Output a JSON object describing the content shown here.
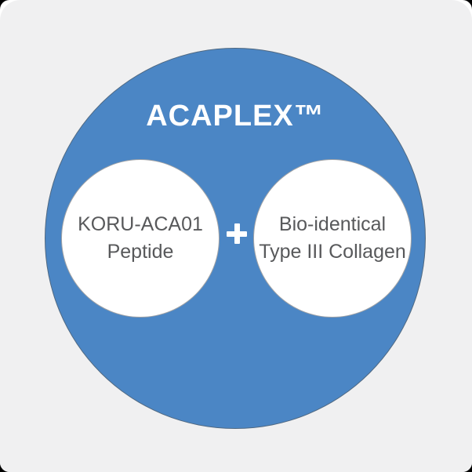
{
  "page": {
    "background_color": "#ffffff",
    "card_color": "#f0f0f1"
  },
  "diagram": {
    "title": "ACAPLEX™",
    "title_color": "#ffffff",
    "main_circle_color": "#4b86c5",
    "label_text_color": "#58595b",
    "plus_symbol": "+",
    "components": [
      {
        "id": "peptide",
        "lines": [
          "KORU-ACA01",
          "Peptide"
        ]
      },
      {
        "id": "collagen",
        "lines": [
          "Bio-identical",
          "Type III Collagen"
        ]
      }
    ]
  }
}
